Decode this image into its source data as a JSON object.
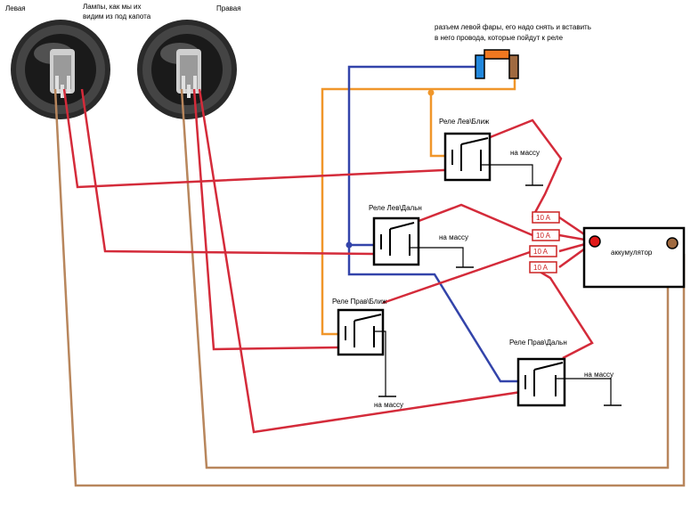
{
  "labels": {
    "left_lamp": "Левая",
    "lamps_caption_1": "Лампы, как мы их",
    "lamps_caption_2": "видим из под капота",
    "right_lamp": "Правая",
    "connector_note_1": "разъем левой фары, его надо снять и вставить",
    "connector_note_2": "в него провода, которые пойдут к реле",
    "battery": "аккумулятор"
  },
  "relays": [
    {
      "label": "Реле Лев\\Ближ",
      "ground": "на массу"
    },
    {
      "label": "Реле Лев\\Дальн",
      "ground": "на массу"
    },
    {
      "label": "Реле Прав\\Ближ",
      "ground": "на массу"
    },
    {
      "label": "Реле Прав\\Дальн",
      "ground": "на массу"
    }
  ],
  "fuses": [
    "10 A",
    "10 A",
    "10 A",
    "10 A"
  ],
  "colors": {
    "red_wire": "#d42b3a",
    "blue_wire": "#3344aa",
    "orange_wire": "#f0962a",
    "brown_wire": "#b8865c",
    "connector_blue": "#2288dd",
    "connector_orange": "#f07820",
    "connector_brown": "#a06a40",
    "battery_terminal": "#e01818"
  }
}
